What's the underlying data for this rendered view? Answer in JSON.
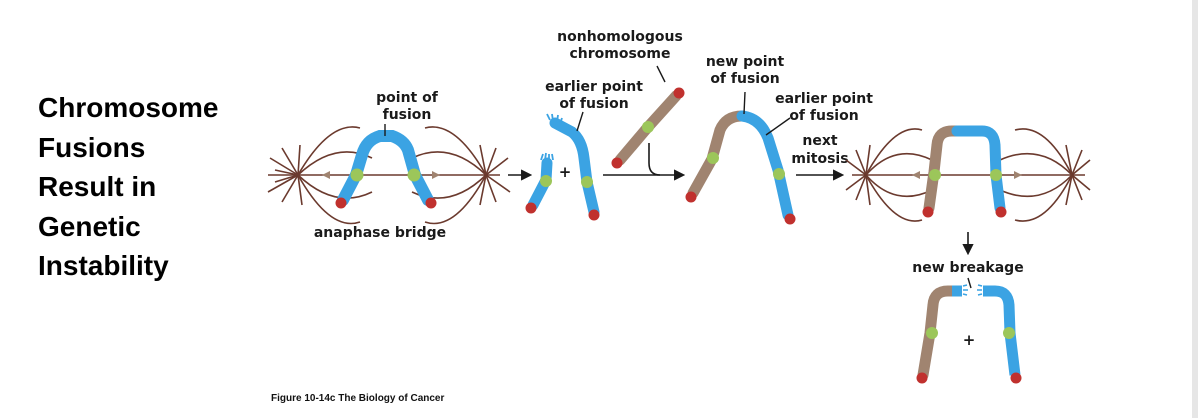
{
  "slide": {
    "title_lines": [
      "Chromosome",
      "Fusions",
      "Result in",
      "Genetic",
      "Instability"
    ],
    "caption": "Figure 10-14c  The Biology of Cancer"
  },
  "diagram": {
    "labels": {
      "point_of_fusion": [
        "point of",
        "fusion"
      ],
      "anaphase_bridge": "anaphase bridge",
      "earlier_point_1": [
        "earlier point",
        "of fusion"
      ],
      "nonhomologous": [
        "nonhomologous",
        "chromosome"
      ],
      "new_point": [
        "new point",
        "of fusion"
      ],
      "earlier_point_2": [
        "earlier point",
        "of fusion"
      ],
      "next_mitosis": [
        "next",
        "mitosis"
      ],
      "new_breakage": "new breakage"
    },
    "plus": "+"
  },
  "colors": {
    "blue_chromatid": "#3ba3e3",
    "brown_chromatid": "#a08470",
    "centromere": "#9cc65a",
    "telomere": "#c0312e",
    "spindle": "#6b3a2e",
    "arrow": "#1a1a1a"
  }
}
